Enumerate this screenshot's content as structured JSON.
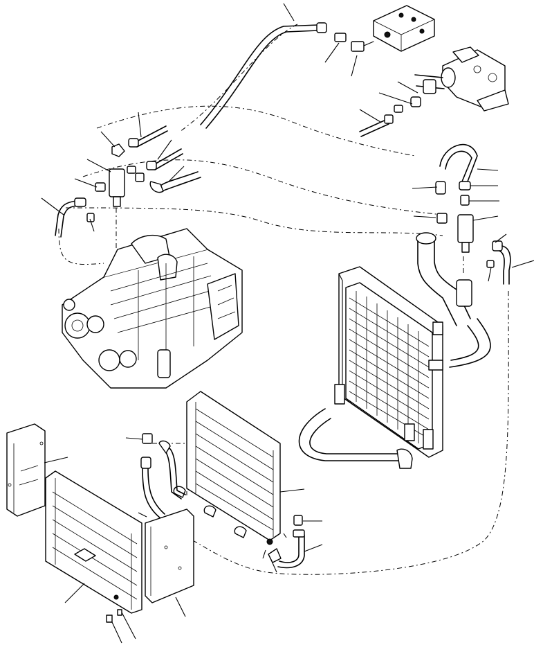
{
  "figure": {
    "kind": "exploded-parts-diagram",
    "colors": {
      "line": "#000000",
      "background": "#ffffff"
    }
  },
  "components": [
    {
      "id": "engine",
      "icon": "engine-block-icon"
    },
    {
      "id": "radiator",
      "icon": "radiator-icon"
    },
    {
      "id": "oil-cooler",
      "icon": "oil-cooler-icon"
    },
    {
      "id": "valve-block",
      "icon": "valve-block-icon"
    },
    {
      "id": "pump-housing",
      "icon": "pump-housing-icon"
    },
    {
      "id": "shroud-left",
      "icon": "shroud-panel-icon"
    },
    {
      "id": "grille-guard",
      "icon": "grille-guard-icon"
    },
    {
      "id": "side-plate",
      "icon": "side-plate-icon"
    },
    {
      "id": "coolant-pipe",
      "icon": "coolant-pipe-icon"
    }
  ],
  "leader_count": 38
}
